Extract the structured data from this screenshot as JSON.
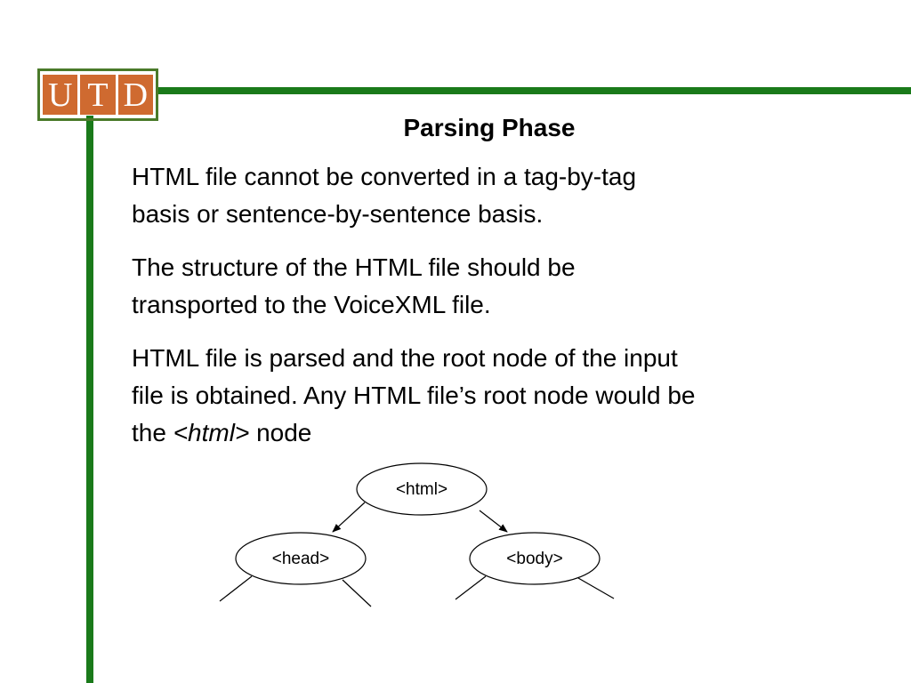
{
  "colors": {
    "accent_green": "#1a7a1a",
    "logo_fill": "#cf6a30",
    "logo_border": "#4a7a2a"
  },
  "logo": {
    "letters": [
      "U",
      "T",
      "D"
    ]
  },
  "slide": {
    "title": "Parsing Phase",
    "paragraphs": {
      "p1_line1": "HTML file cannot be converted in a tag-by-tag",
      "p1_line2": "basis or sentence-by-sentence basis.",
      "p2_line1": "The structure of the HTML file should be",
      "p2_line2": "transported to the VoiceXML file.",
      "p3_line1": "HTML file is parsed and the root node of the input",
      "p3_line2": "file is obtained. Any HTML file’s root node would be",
      "p3_line3_prefix": "the ",
      "p3_line3_em": "<html>",
      "p3_line3_suffix": " node"
    }
  },
  "tree": {
    "root": "<html>",
    "left_child": "<head>",
    "right_child": "<body>"
  }
}
